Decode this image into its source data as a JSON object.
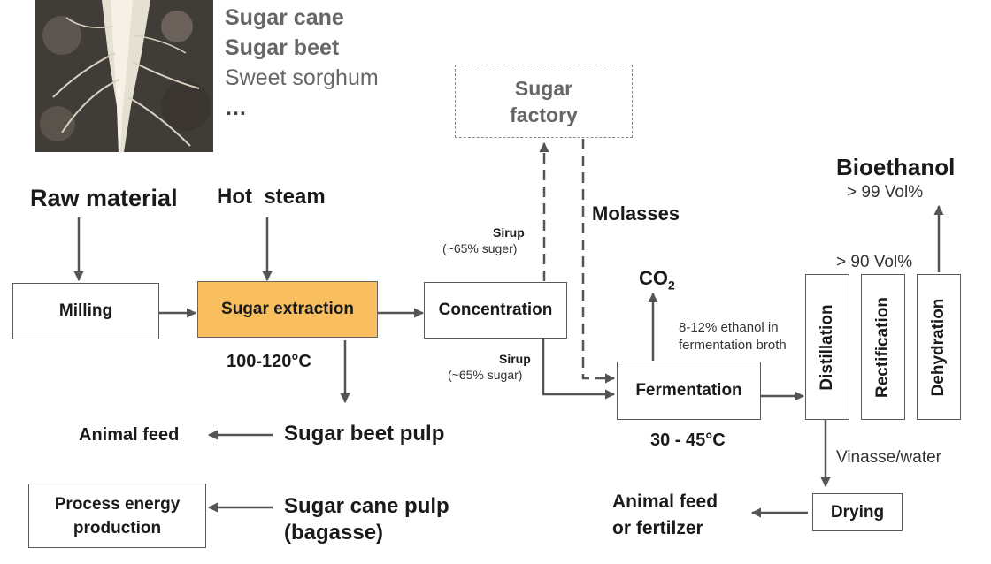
{
  "crops": [
    "Sugar cane",
    "Sugar beet",
    "Sweet sorghum",
    "…"
  ],
  "raw_material": "Raw material",
  "hot_steam": "Hot  steam",
  "sugar_factory": [
    "Sugar",
    "factory"
  ],
  "molasses": "Molasses",
  "sirup_top": [
    "Sirup",
    "(~65% suger)"
  ],
  "sirup_bottom": [
    "Sirup",
    "(~65% sugar)"
  ],
  "bioethanol": "Bioethanol",
  "vol99": "> 99 Vol%",
  "vol90": "> 90 Vol%",
  "co2": "CO",
  "co2_sub": "2",
  "ethanol_broth": [
    "8-12% ethanol in",
    "fermentation broth"
  ],
  "nodes": {
    "milling": "Milling",
    "sugar_extraction": "Sugar extraction",
    "concentration": "Concentration",
    "fermentation": "Fermentation",
    "distillation": "Distillation",
    "rectification": "Rectification",
    "dehydration": "Dehydration",
    "drying": "Drying",
    "process_energy": [
      "Process energy",
      "production"
    ]
  },
  "temp_extraction": "100-120°C",
  "temp_fermentation": "30 - 45°C",
  "animal_feed": "Animal feed",
  "beet_pulp": "Sugar beet pulp",
  "cane_pulp": [
    "Sugar cane pulp",
    "(bagasse)"
  ],
  "vinasse": "Vinasse/water",
  "animal_feed_fertilizer": [
    "Animal feed",
    "or fertilzer"
  ],
  "colors": {
    "extraction_fill": "#f9bf5f",
    "arrow": "#555555",
    "factory_text": "#666666"
  }
}
